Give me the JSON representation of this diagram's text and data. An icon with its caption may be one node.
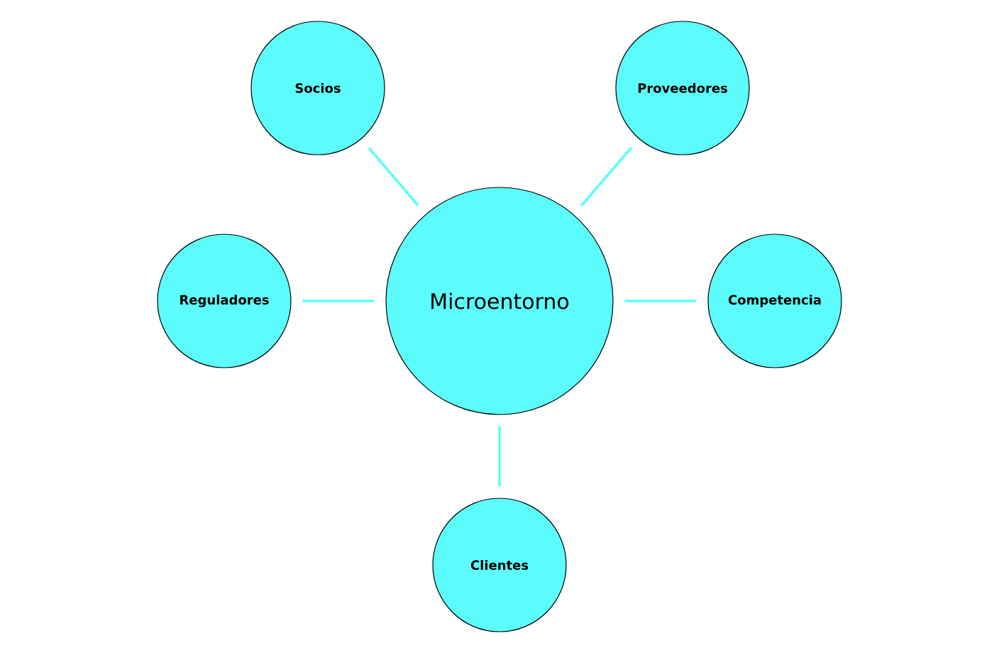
{
  "diagram": {
    "nodes": [
      {
        "text": [
          "Socios"
        ]
      },
      {
        "text": [
          "Proveedores"
        ]
      },
      {
        "text": [
          "Reguladores"
        ]
      },
      {
        "text": [
          "Microentorno"
        ]
      },
      {
        "text": [
          "Competencia"
        ]
      },
      {
        "text": [
          "Clientes"
        ]
      }
    ],
    "edges": [
      {
        "from": 3,
        "to": 0,
        "arrow": "none"
      },
      {
        "from": 3,
        "to": 1,
        "arrow": "none"
      },
      {
        "from": 3,
        "to": 2,
        "arrow": "none"
      },
      {
        "from": 3,
        "to": 4,
        "arrow": "none"
      },
      {
        "from": 3,
        "to": 5,
        "arrow": "none"
      }
    ]
  }
}
